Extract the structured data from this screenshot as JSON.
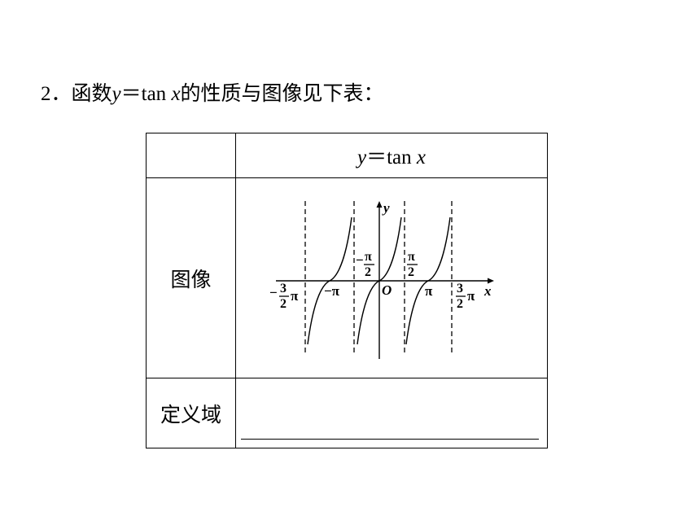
{
  "heading": {
    "num": "2．",
    "pre": "函数",
    "y": "y",
    "eq": "＝tan ",
    "x": "x",
    "post": "的性质与图像见下表："
  },
  "table": {
    "header": {
      "y": "y",
      "eq": "＝tan ",
      "x": "x"
    },
    "row_image_label": "图像",
    "row_domain_label": "定义域"
  },
  "graph": {
    "axis_x": "x",
    "axis_y": "y",
    "origin": "O",
    "pi": "π",
    "minus": "−",
    "minus_pi": "−π",
    "num_pi": "π",
    "num_3": "3",
    "den_2": "2"
  }
}
